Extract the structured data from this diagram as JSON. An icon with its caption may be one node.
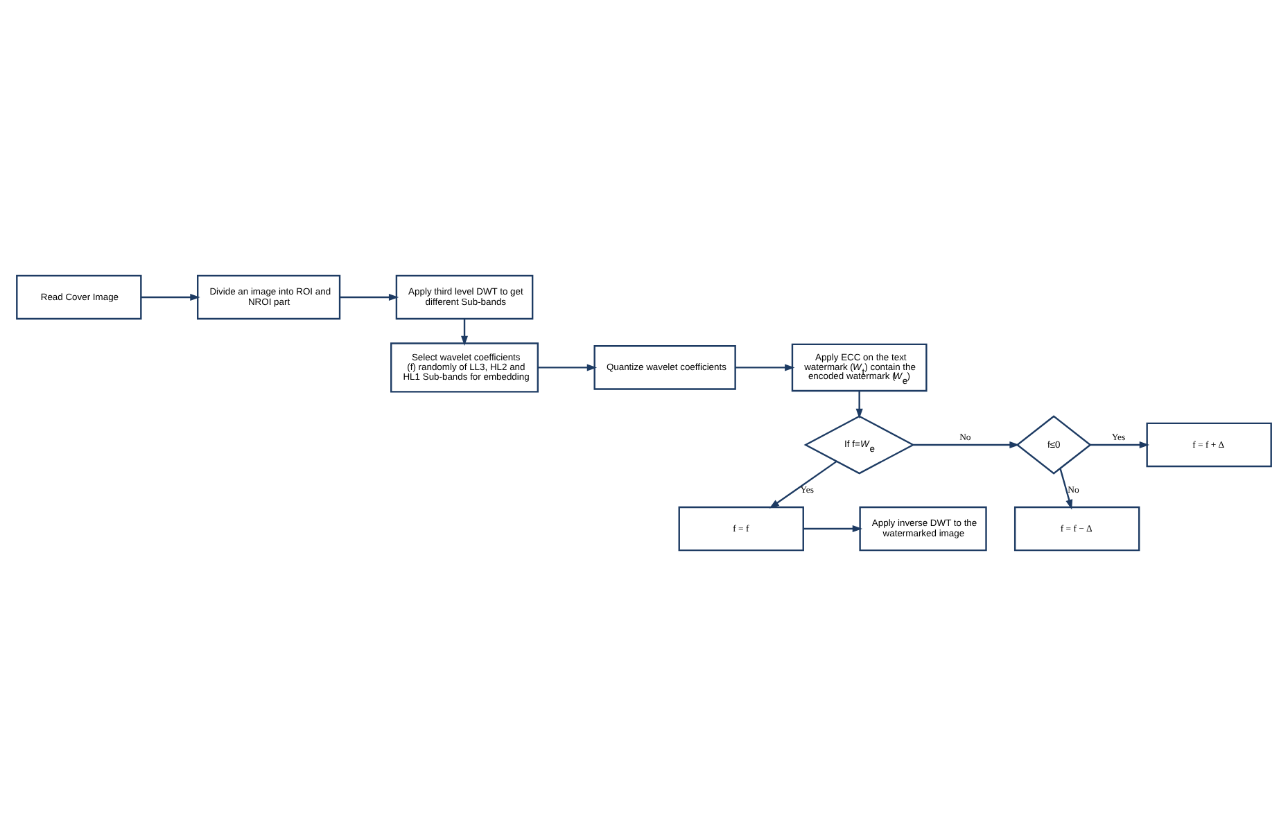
{
  "diagram": {
    "nodes": [
      {
        "text": [
          "Read Cover Image"
        ]
      },
      {
        "text": [
          "Divide an image into ROI and NROI part"
        ]
      },
      {
        "text": [
          "Apply third level DWT to get different Sub-bands"
        ]
      },
      {
        "text": [
          "Select wavelet coefficients (f) randomly of LL3, HL2 and HL1 Sub-bands for embedding"
        ]
      },
      {
        "text": [
          "Quantize wavelet coefficients"
        ]
      },
      {
        "text": [
          "Apply ECC on the text watermark (*W*$_{t}$) contain the encoded watermark (*W*$_{e}$)"
        ]
      },
      {
        "text": [
          "If f=*W*$_{e}$"
        ]
      },
      {
        "text": [
          "f≤0"
        ]
      },
      {
        "text": [
          "f = f + Δ"
        ]
      },
      {
        "text": [
          "f = f"
        ]
      },
      {
        "text": [
          "f = f − Δ"
        ]
      },
      {
        "text": [
          "Apply inverse DWT to the watermarked image"
        ]
      }
    ],
    "edges": [
      {
        "from": 0,
        "to": 1,
        "arrow": "to"
      },
      {
        "from": 1,
        "to": 2,
        "arrow": "to"
      },
      {
        "from": 2,
        "to": 3,
        "arrow": "to"
      },
      {
        "from": 3,
        "to": 4,
        "arrow": "to"
      },
      {
        "from": 4,
        "to": 5,
        "arrow": "to"
      },
      {
        "from": 5,
        "to": 6,
        "arrow": "to"
      },
      {
        "from": 6,
        "to": 7,
        "label": "No",
        "arrow": "to"
      },
      {
        "from": 7,
        "to": 8,
        "label": "Yes",
        "arrow": "to"
      },
      {
        "from": 6,
        "to": 9,
        "label": "Yes",
        "arrow": "to"
      },
      {
        "from": 7,
        "to": 10,
        "label": "No",
        "arrow": "to"
      },
      {
        "from": 9,
        "to": 11,
        "arrow": "to"
      }
    ]
  }
}
